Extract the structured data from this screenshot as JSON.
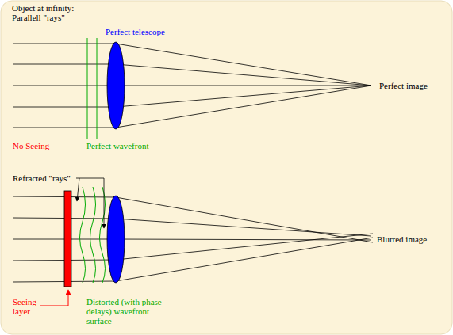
{
  "diagram": {
    "labels": [
      "Object at infinity: Parallell \"rays\"",
      "Perfect telescope",
      "Perfect image",
      "No Seeing",
      "Perfect wavefront",
      "Refracted \"rays\"",
      "Blurred image",
      "Seeing layer",
      "Distorted (with phase delays) wavefront surface"
    ]
  }
}
